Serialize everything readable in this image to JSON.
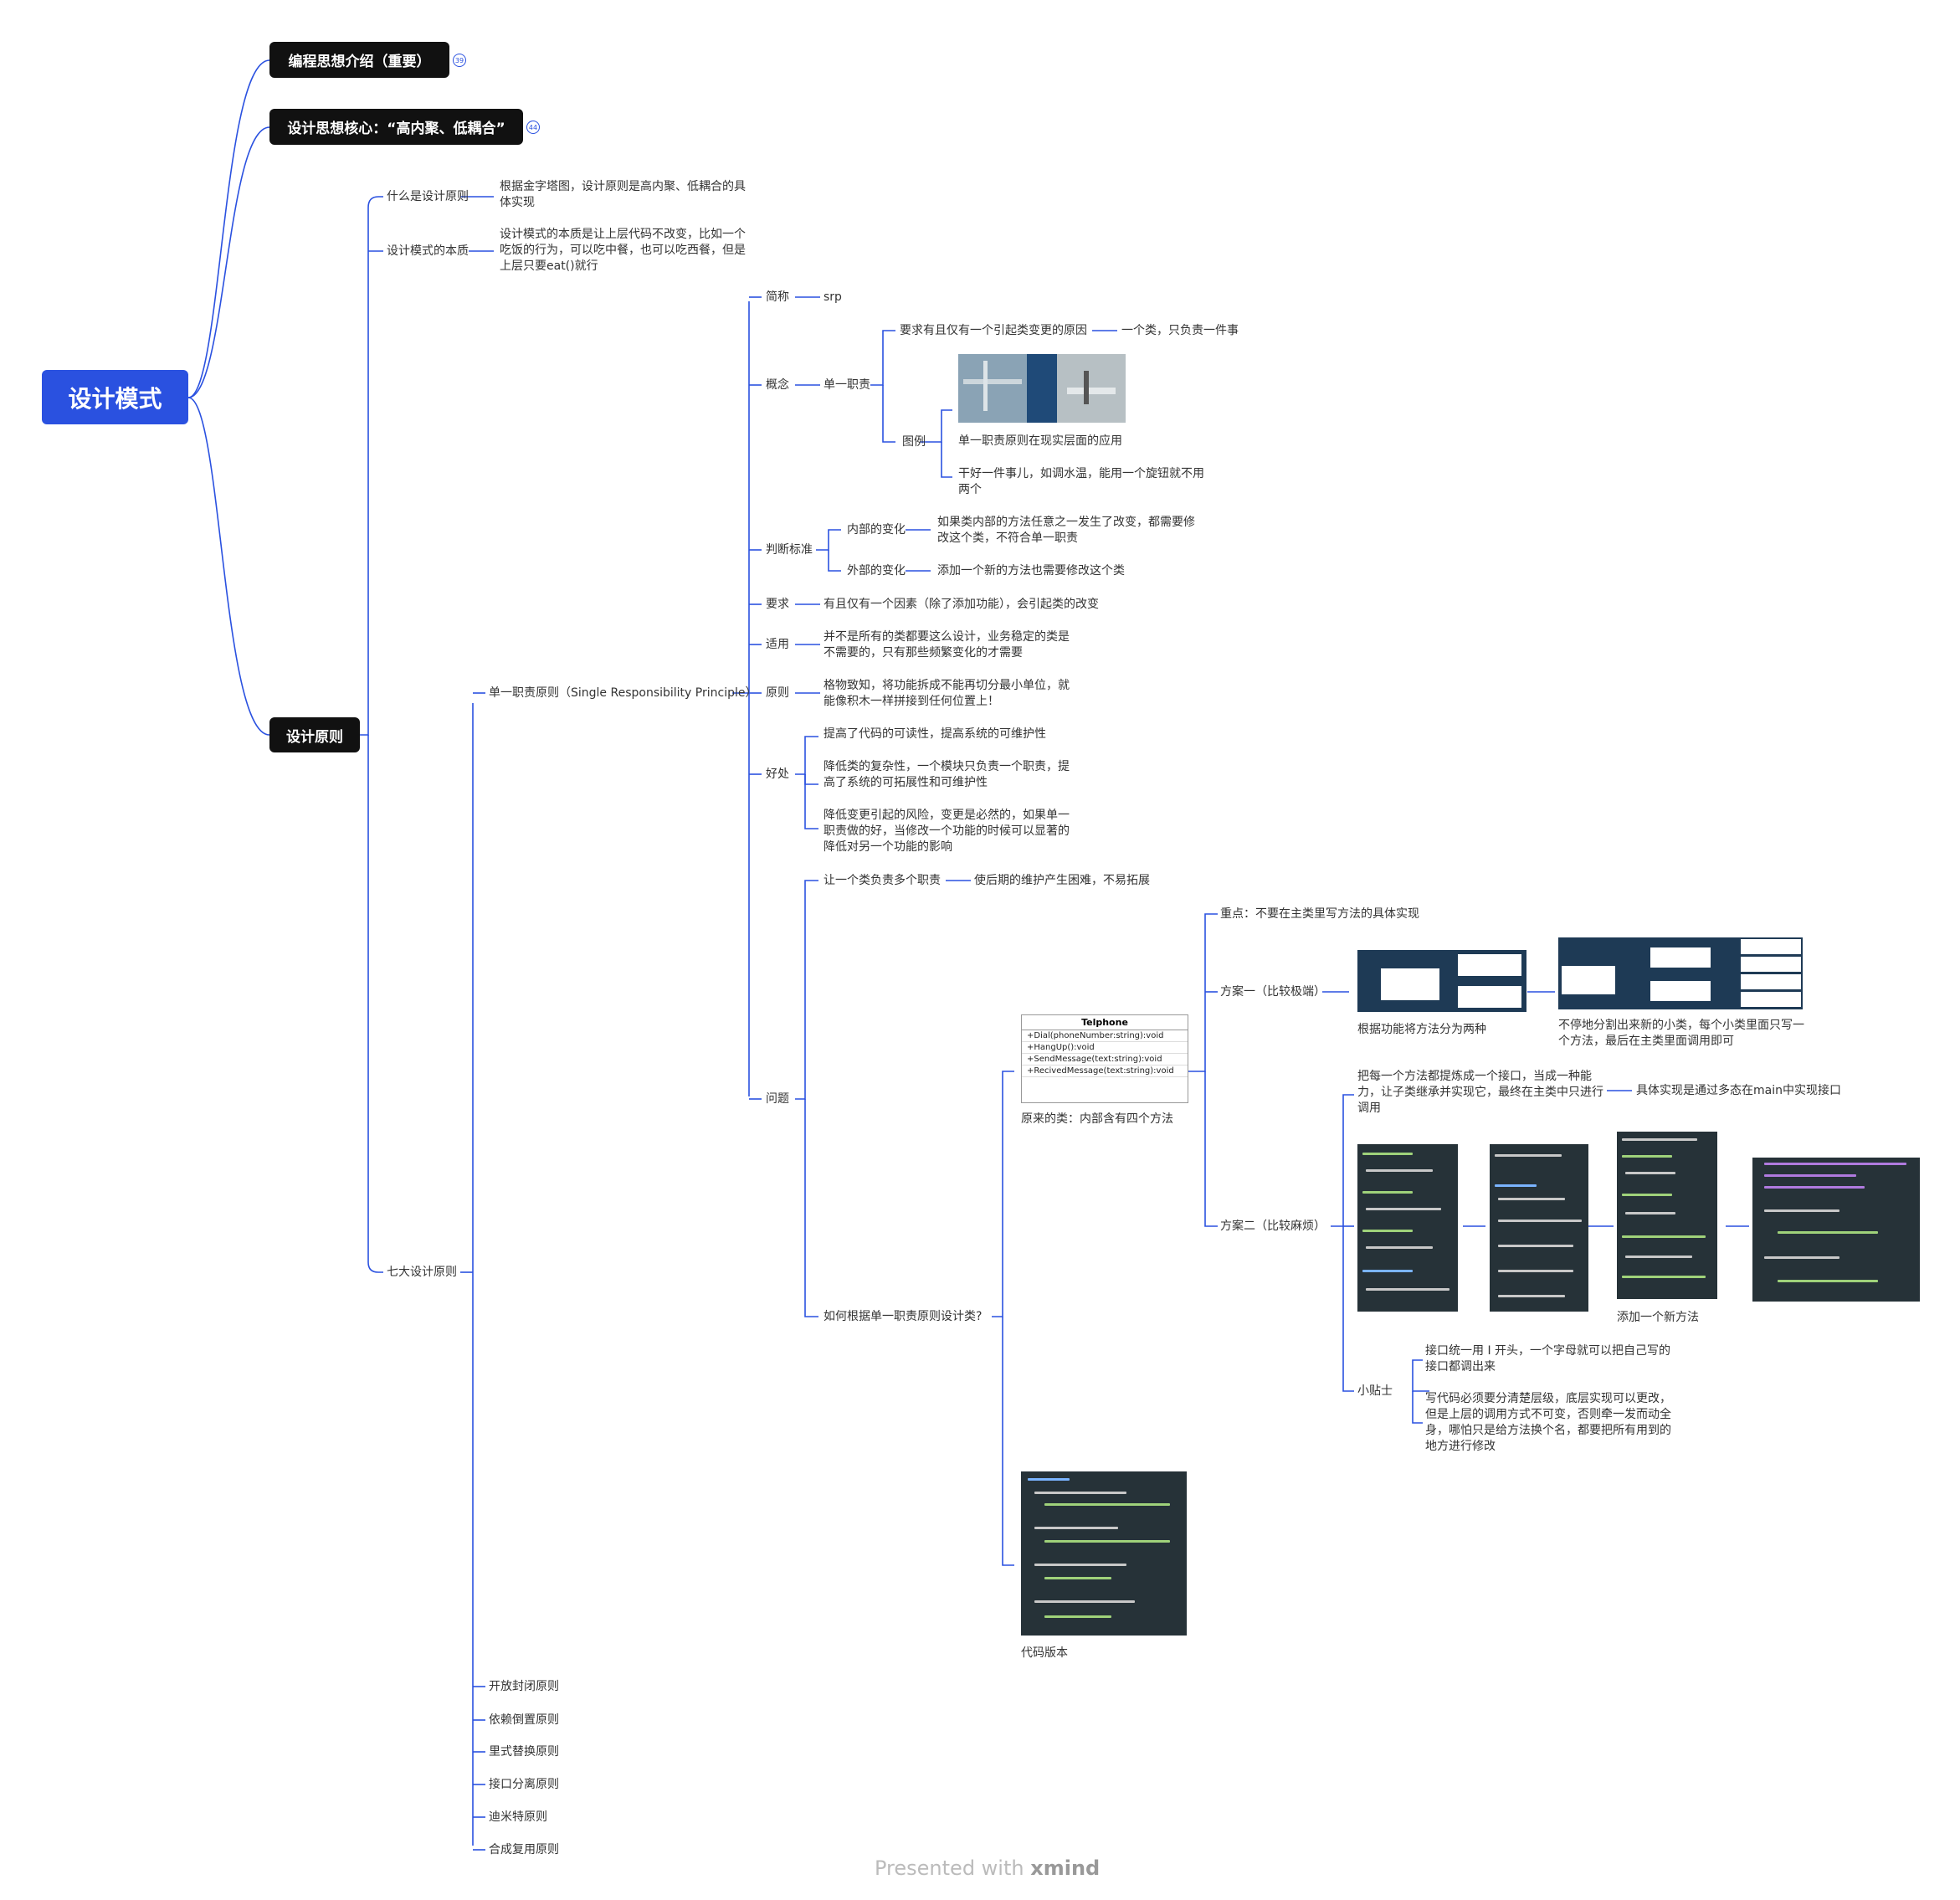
{
  "root": {
    "label": "设计模式"
  },
  "branches": {
    "intro": {
      "label": "编程思想介绍（重要）",
      "badge": "39"
    },
    "core": {
      "label": "设计思想核心：“高内聚、低耦合”",
      "badge": "44"
    },
    "principles": {
      "label": "设计原则"
    }
  },
  "what": {
    "label": "什么是设计原则",
    "text": "根据金字塔图，设计原则是高内聚、低耦合的具体实现"
  },
  "essence": {
    "label": "设计模式的本质",
    "text": "设计模式的本质是让上层代码不改变，比如一个吃饭的行为，可以吃中餐，也可以吃西餐，但是上层只要eat()就行"
  },
  "seven": {
    "label": "七大设计原则",
    "srp_label": "单一职责原则（Single Responsibility Principle）",
    "others": [
      "开放封闭原则",
      "依赖倒置原则",
      "里式替换原则",
      "接口分离原则",
      "迪米特原则",
      "合成复用原则"
    ]
  },
  "srp": {
    "abbr": {
      "label": "简称",
      "value": "srp"
    },
    "concept": {
      "label": "概念",
      "sub": "单一职责",
      "req": "要求有且仅有一个引起类变更的原因",
      "req_child": "一个类，只负责一件事",
      "fig_label": "图例",
      "fig_caption": "单一职责原则在现实层面的应用",
      "fig_note": "干好一件事儿，如调水温，能用一个旋钮就不用两个"
    },
    "criteria": {
      "label": "判断标准",
      "internal": "内部的变化",
      "internal_text": "如果类内部的方法任意之一发生了改变，都需要修改这个类，不符合单一职责",
      "external": "外部的变化",
      "external_text": "添加一个新的方法也需要修改这个类"
    },
    "requirement": {
      "label": "要求",
      "text": "有且仅有一个因素（除了添加功能），会引起类的改变"
    },
    "apply": {
      "label": "适用",
      "text": "并不是所有的类都要这么设计，业务稳定的类是不需要的，只有那些频繁变化的才需要"
    },
    "principle": {
      "label": "原则",
      "text": "格物致知，将功能拆成不能再切分最小单位，就能像积木一样拼接到任何位置上！"
    },
    "benefits": {
      "label": "好处",
      "items": [
        "提高了代码的可读性，提高系统的可维护性",
        "降低类的复杂性，一个模块只负责一个职责，提高了系统的可拓展性和可维护性",
        "降低变更引起的风险，变更是必然的，如果单一职责做的好，当修改一个功能的时候可以显著的降低对另一个功能的影响"
      ]
    },
    "problem": {
      "label": "问题",
      "multi": "让一个类负责多个职责",
      "multi_child": "使后期的维护产生困难，不易拓展",
      "how": "如何根据单一职责原则设计类?",
      "orig_caption": "原来的类：内部含有四个方法",
      "code_caption": "代码版本",
      "key": "重点：不要在主类里写方法的具体实现",
      "plan1": "方案一（比较极端）",
      "plan1_cap1": "根据功能将方法分为两种",
      "plan1_cap2": "不停地分割出来新的小类，每个小类里面只写一个方法，最后在主类里面调用即可",
      "plan2": "方案二（比较麻烦）",
      "plan2_text": "把每一个方法都提炼成一个接口，当成一种能力，让子类继承并实现它，最终在主类中只进行调用",
      "plan2_impl": "具体实现是通过多态在main中实现接口",
      "plan2_cap": "添加一个新方法",
      "tips": "小贴士",
      "tip1": "接口统一用 I 开头，一个字母就可以把自己写的接口都调出来",
      "tip2": "写代码必须要分清楚层级，底层实现可以更改，但是上层的调用方式不可变，否则牵一发而动全身，哪怕只是给方法换个名，都要把所有用到的地方进行修改"
    }
  },
  "uml": {
    "title": "Telphone",
    "rows": [
      "+Dial(phoneNumber:string):void",
      "+HangUp():void",
      "+SendMessage(text:string):void",
      "+RecivedMessage(text:string):void"
    ]
  },
  "footer": {
    "prefix": "Presented with ",
    "brand": "xmind"
  },
  "colors": {
    "accent": "#2a51e0",
    "branch": "#111111",
    "line": "#2a51e0"
  }
}
